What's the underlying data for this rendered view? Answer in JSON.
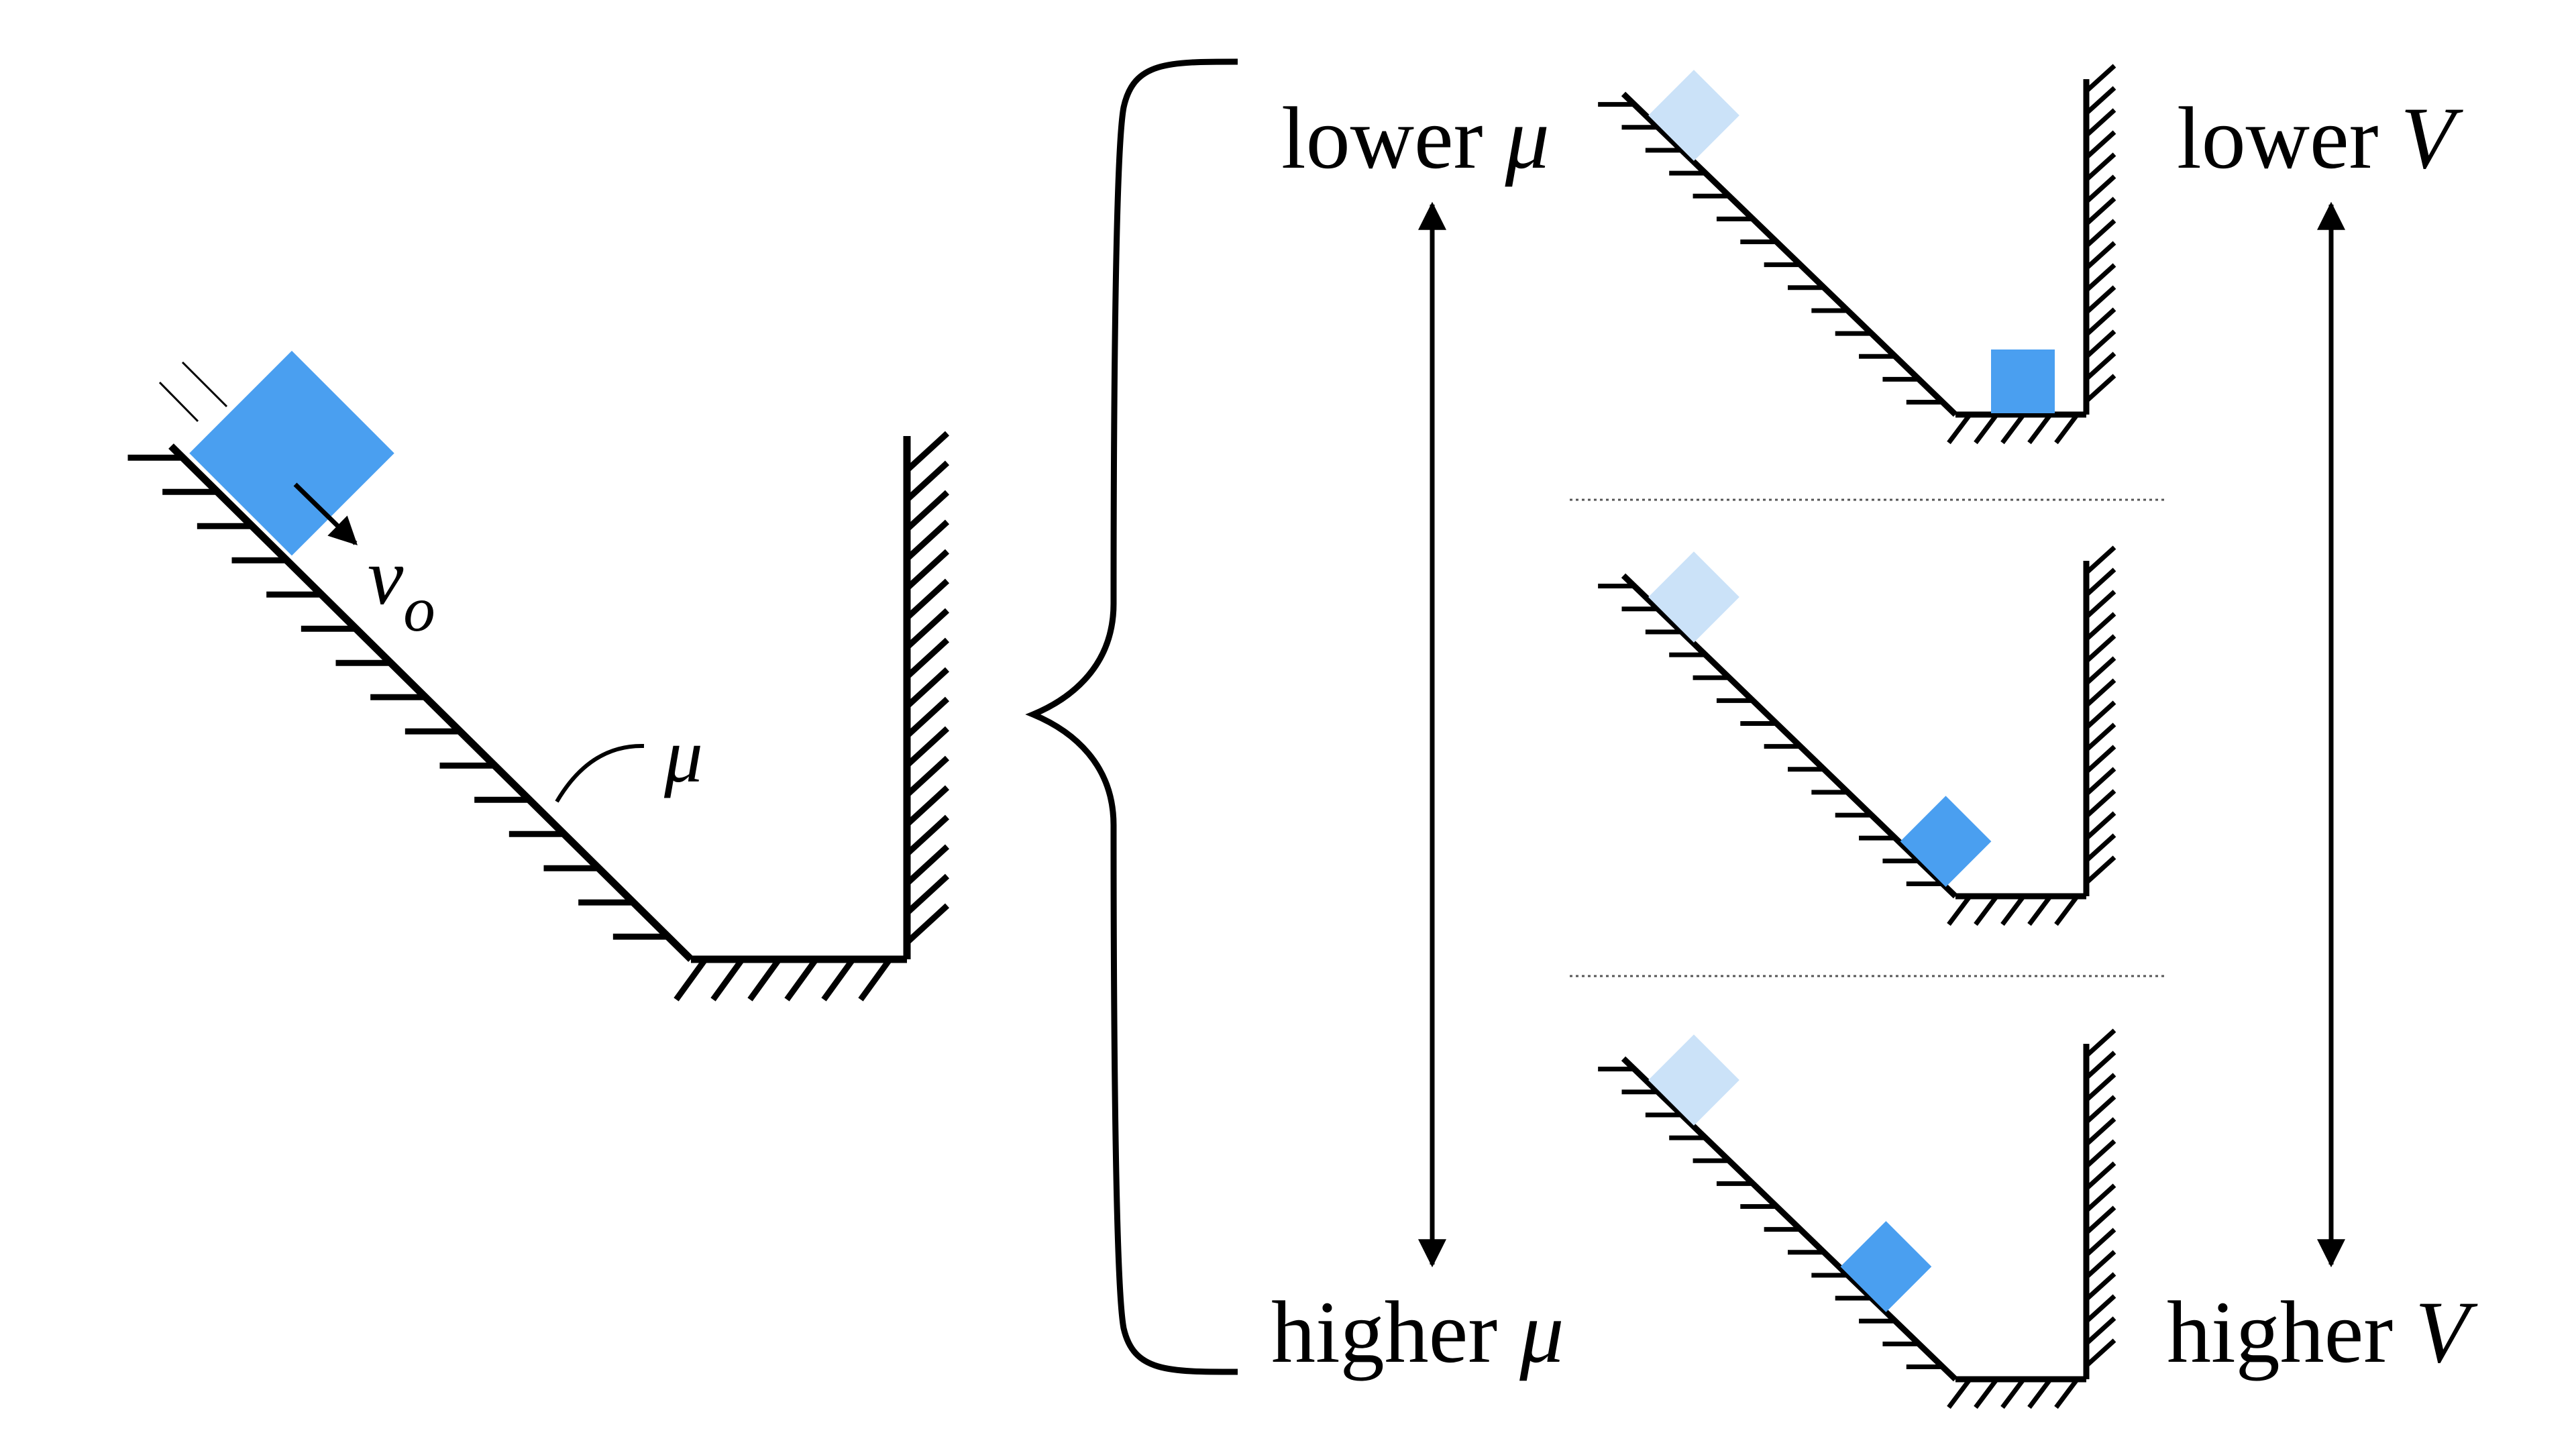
{
  "main_scene": {
    "velocity_symbol": "v",
    "velocity_subscript": "o",
    "friction_symbol": "μ"
  },
  "labels": {
    "left_top": "lower ",
    "left_top_symbol": "μ",
    "left_bottom": "higher ",
    "left_bottom_symbol": "μ",
    "right_top": "lower ",
    "right_top_symbol": "V",
    "right_bottom": "higher ",
    "right_bottom_symbol": "V"
  },
  "colors": {
    "block": "#4a9ff0",
    "block_ghost": "#cbe2f8",
    "line": "#000000",
    "separator": "#555555"
  },
  "outcomes": [
    {
      "friction": "lower",
      "block_stop": "bottom"
    },
    {
      "friction": "medium",
      "block_stop": "slope near bottom"
    },
    {
      "friction": "higher",
      "block_stop": "slope middle"
    }
  ]
}
